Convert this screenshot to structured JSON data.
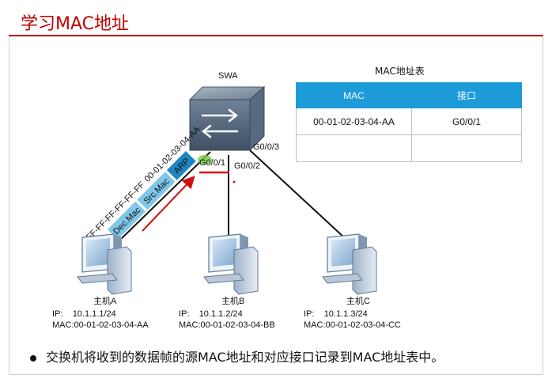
{
  "title": "学习MAC地址",
  "switch": {
    "name": "SWA"
  },
  "ports": {
    "p1": "G0/0/1",
    "p2": "G0/0/2",
    "p3": "G0/0/3"
  },
  "frame": {
    "fields": [
      "Dec.Mac",
      "Src.Mac",
      "ARP"
    ],
    "dst_mac": "FF-FF-FF-FF-FF-FF",
    "src_mac": "00-01-02-03-04-AA"
  },
  "mac_table": {
    "caption": "MAC地址表",
    "headers": [
      "MAC",
      "接口"
    ],
    "rows": [
      [
        "00-01-02-03-04-AA",
        "G0/0/1"
      ],
      [
        "",
        ""
      ]
    ]
  },
  "hosts": [
    {
      "name": "主机A",
      "ip_label": "IP:",
      "ip": "10.1.1.1/24",
      "mac_label": "MAC:",
      "mac": "00-01-02-03-04-AA"
    },
    {
      "name": "主机B",
      "ip_label": "IP:",
      "ip": "10.1.1.2/24",
      "mac_label": "MAC:",
      "mac": "00-01-02-03-04-BB"
    },
    {
      "name": "主机C",
      "ip_label": "IP:",
      "ip": "10.1.1.3/24",
      "mac_label": "MAC:",
      "mac": "00-01-02-03-04-CC"
    }
  ],
  "bullet": "交换机将收到的数据帧的源MAC地址和对应接口记录到MAC地址表中。",
  "colors": {
    "title": "#c00000",
    "table_header": "#1c9bd8",
    "frame_field": "#7fc6e8",
    "arp_field": "#1f86c4",
    "arrow": "#d01010"
  }
}
